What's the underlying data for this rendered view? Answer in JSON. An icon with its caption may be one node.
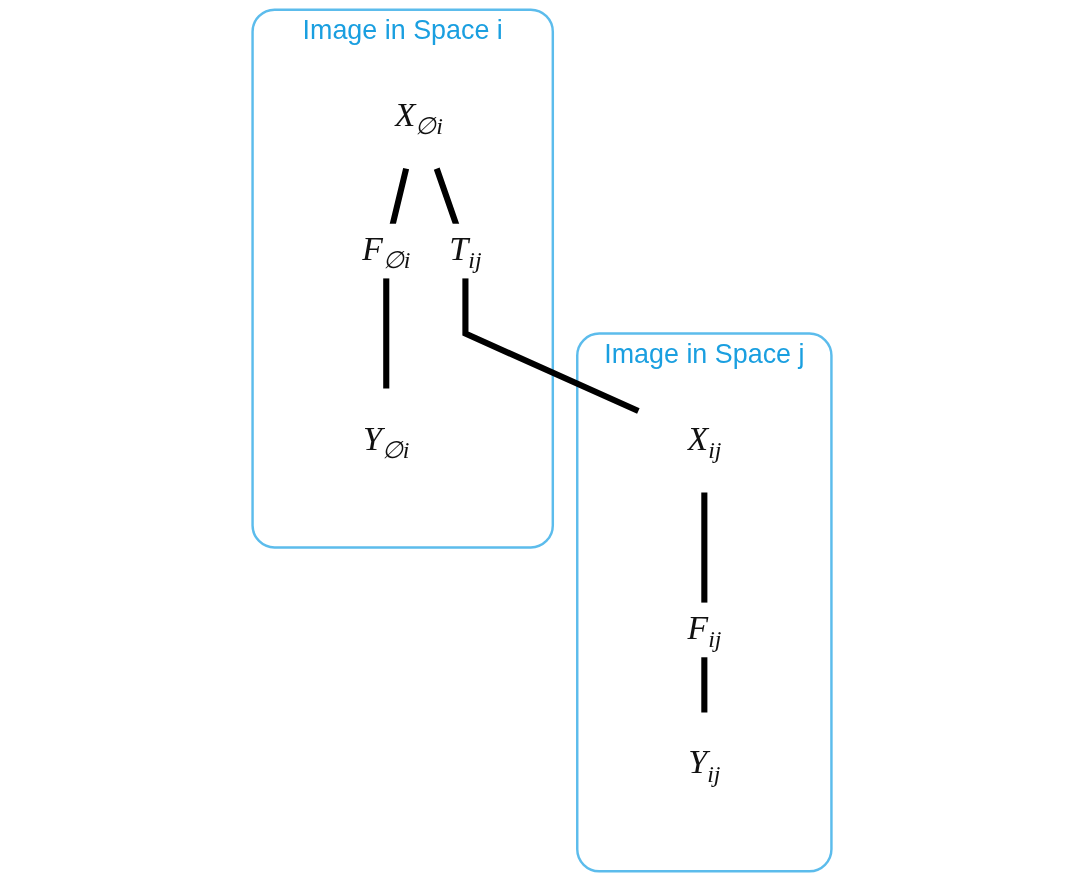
{
  "diagram": {
    "nodes": [
      {
        "text": [
          "Image in Space i"
        ]
      },
      {
        "text": [
          "X$_{∅i}$"
        ],
        "in": 0
      },
      {
        "text": [
          "Y$_{∅i}$"
        ],
        "in": 0
      },
      {
        "text": [
          "Image in Space j"
        ]
      },
      {
        "text": [
          "X$_{ij}$"
        ],
        "in": 3
      },
      {
        "text": [
          "Y$_{ij}$"
        ],
        "in": 3
      }
    ],
    "edges": [
      {
        "from": 1,
        "to": 2,
        "arrow": "none",
        "label": "F$_{∅i}$"
      },
      {
        "from": 1,
        "to": 4,
        "arrow": "none",
        "label": "T$_{ij}$"
      },
      {
        "from": 4,
        "to": 5,
        "arrow": "none",
        "label": "F$_{ij}$"
      }
    ]
  }
}
